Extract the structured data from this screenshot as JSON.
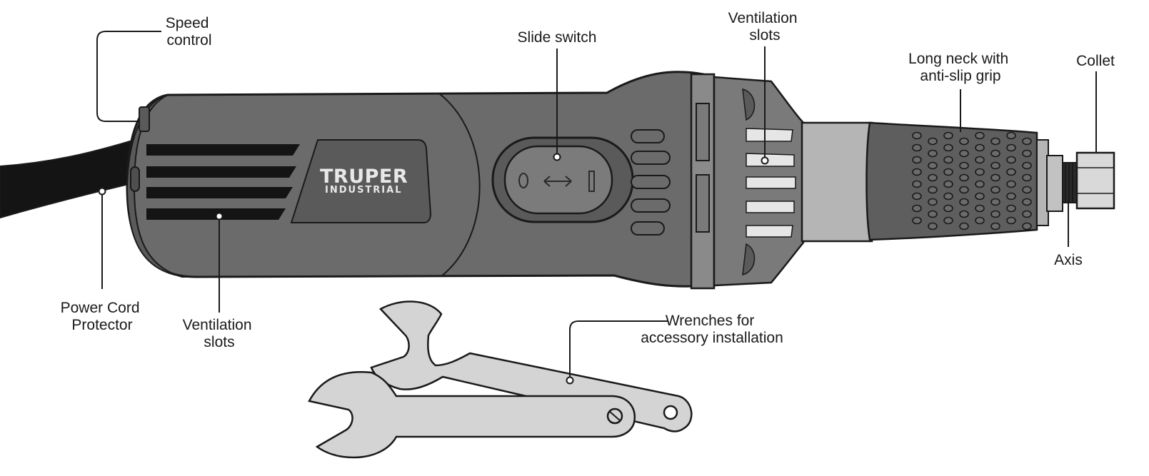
{
  "brand": {
    "name": "TRUPER",
    "line": "INDUSTRIAL"
  },
  "labels": {
    "speed_control": [
      "Speed",
      "control"
    ],
    "slide_switch": [
      "Slide switch"
    ],
    "vent_top": [
      "Ventilation",
      "slots"
    ],
    "long_neck": [
      "Long neck with",
      "anti-slip grip"
    ],
    "collet": [
      "Collet"
    ],
    "axis": [
      "Axis"
    ],
    "power_cord": [
      "Power Cord",
      "Protector"
    ],
    "vent_bottom": [
      "Ventilation",
      "slots"
    ],
    "wrenches": [
      "Wrenches for",
      "accessory installation"
    ]
  },
  "colors": {
    "outline": "#1a1a1a",
    "body": "#6b6b6b",
    "body_dark": "#5a5a5a",
    "body_light": "#8a8a8a",
    "metal": "#b5b5b5",
    "cord": "#141414",
    "wrench": "#d4d4d4"
  }
}
